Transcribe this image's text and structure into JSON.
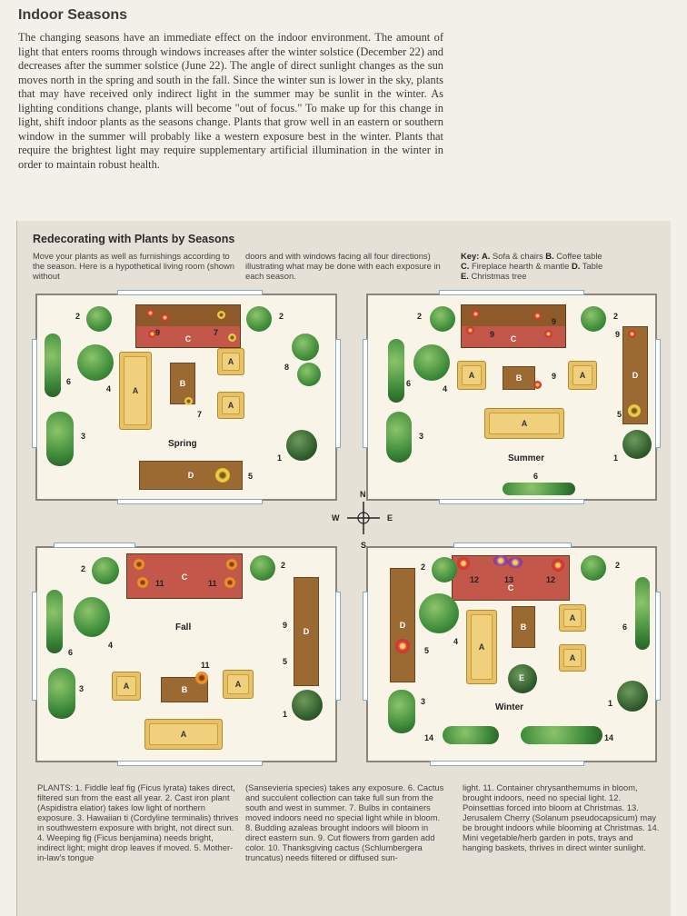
{
  "heading": "Indoor Seasons",
  "intro": "The changing seasons have an immediate effect on the indoor environment. The amount of light that enters rooms through windows increases after the winter solstice (December 22) and decreases after the summer solstice (June 22). The angle of direct sunlight changes as the sun moves north in the spring and south in the fall. Since the winter sun is lower in the sky, plants that may have received only indirect light in the summer may be sunlit in the winter. As lighting conditions change, plants will become \"out of focus.\" To make up for this change in light, shift indoor plants as the seasons change. Plants that grow well in an eastern or southern window in the summer will probably like a western exposure best in the winter. Plants that require the brightest light may require supplementary artificial illumination in the winter in order to maintain robust health.",
  "panel": {
    "title": "Redecorating with Plants by Seasons",
    "desc_1": "Move your plants as well as furnishings according to the season. Here is a hypothetical living room (shown without",
    "desc_2": "doors and with windows facing all four directions) illustrating what may be done with each exposure in each season.",
    "key_label": "Key:",
    "key_a": "A.",
    "key_a_text": " Sofa & chairs ",
    "key_b": "B.",
    "key_b_text": " Coffee table",
    "key_c": "C.",
    "key_c_text": " Fireplace hearth & mantle ",
    "key_d": "D.",
    "key_d_text": " Table",
    "key_e": "E.",
    "key_e_text": " Christmas tree"
  },
  "rooms": {
    "spring": "Spring",
    "summer": "Summer",
    "fall": "Fall",
    "winter": "Winter"
  },
  "labels": {
    "A": "A",
    "B": "B",
    "C": "C",
    "D": "D",
    "E": "E",
    "n1": "1",
    "n2": "2",
    "n3": "3",
    "n4": "4",
    "n5": "5",
    "n6": "6",
    "n7": "7",
    "n8": "8",
    "n9": "9",
    "n11": "11",
    "n12": "12",
    "n13": "13",
    "n14": "14"
  },
  "compass": {
    "n": "N",
    "s": "S",
    "e": "E",
    "w": "W"
  },
  "plants_text": {
    "col_1": "PLANTS: 1. Fiddle leaf fig (Ficus lyrata) takes direct, filtered sun from the east all year. 2. Cast iron plant (Aspidistra elatior) takes low light of northern exposure. 3. Hawaiian ti (Cordyline terminalis) thrives in southwestern exposure with bright, not direct sun. 4. Weeping fig (Ficus benjamina) needs bright, indirect light; might drop leaves if moved. 5. Mother-in-law's tongue",
    "col_2": "(Sansevieria species) takes any exposure. 6. Cactus and succulent collection can take full sun from the south and west in summer. 7. Bulbs in containers moved indoors need no special light while in bloom. 8. Budding azaleas brought indoors will bloom in direct eastern sun. 9. Cut flowers from garden add color. 10. Thanksgiving cactus (Schlumbergera truncatus) needs filtered or diffused sun-",
    "col_3": "light. 11. Container chrysanthemums in bloom, brought indoors, need no special light. 12. Poinsettias forced into bloom at Christmas. 13. Jerusalem Cherry (Solanum pseudocapsicum) may be brought indoors while blooming at Christmas. 14. Mini vegetable/herb garden in pots, trays and hanging baskets, thrives in direct winter sunlight."
  },
  "colors": {
    "furniture": "#e8c066",
    "wood": "#9a6a32",
    "hearth_red": "#c2574a",
    "foliage": "#3c8a3a"
  }
}
